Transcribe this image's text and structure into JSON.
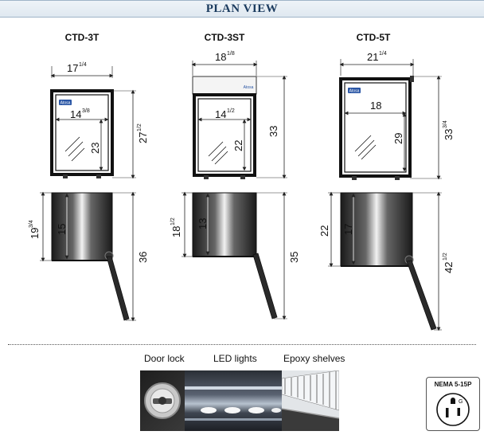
{
  "header": {
    "title": "PLAN VIEW"
  },
  "models": [
    {
      "name": "CTD-3T",
      "width": "17",
      "width_frac": "1/4",
      "inner_width": "14",
      "inner_width_frac": "3/8",
      "inner_height": "23",
      "height": "27",
      "height_frac": "1/2",
      "depth": "19",
      "depth_frac": "3/4",
      "inner_depth": "15",
      "open_depth": "36",
      "open_depth_frac": ""
    },
    {
      "name": "CTD-3ST",
      "width": "18",
      "width_frac": "1/8",
      "inner_width": "14",
      "inner_width_frac": "1/2",
      "inner_height": "22",
      "height": "33",
      "height_frac": "",
      "depth": "18",
      "depth_frac": "1/2",
      "inner_depth": "13",
      "open_depth": "35",
      "open_depth_frac": ""
    },
    {
      "name": "CTD-5T",
      "width": "21",
      "width_frac": "1/4",
      "inner_width": "18",
      "inner_width_frac": "",
      "inner_height": "29",
      "height": "33",
      "height_frac": "3/4",
      "depth": "22",
      "depth_frac": "",
      "inner_depth": "17",
      "open_depth": "42",
      "open_depth_frac": "1/2"
    }
  ],
  "brand_badge": "Atosa",
  "features": [
    {
      "label": "Door lock"
    },
    {
      "label": "LED lights"
    },
    {
      "label": "Epoxy shelves"
    }
  ],
  "nema": {
    "label": "NEMA 5-15P",
    "ground": "G"
  }
}
